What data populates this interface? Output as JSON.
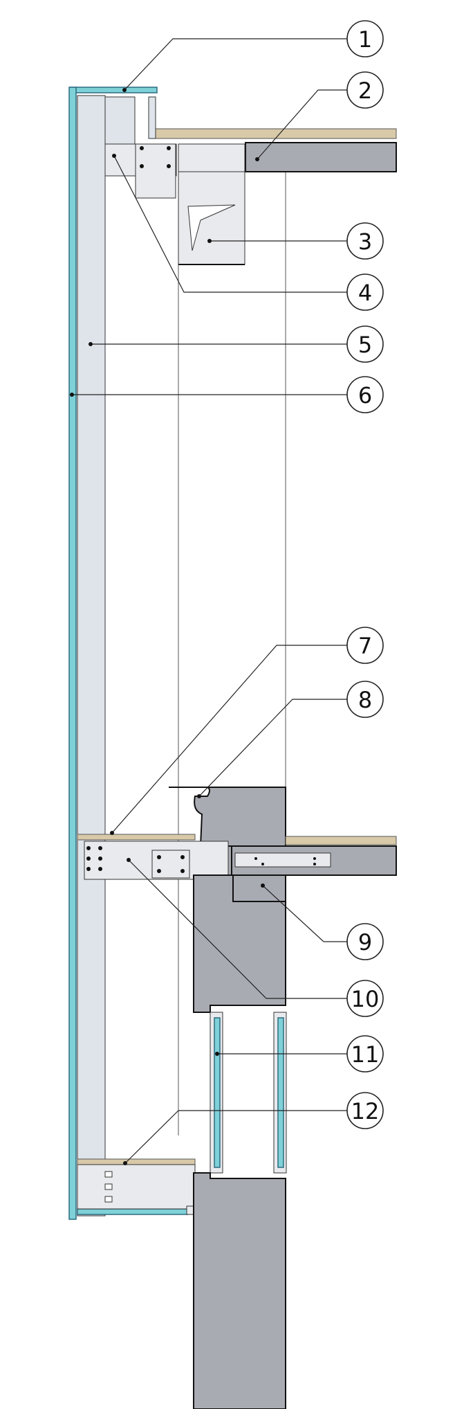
{
  "diagram": {
    "callouts": [
      {
        "id": "1",
        "label": "1"
      },
      {
        "id": "2",
        "label": "2"
      },
      {
        "id": "3",
        "label": "3"
      },
      {
        "id": "4",
        "label": "4"
      },
      {
        "id": "5",
        "label": "5"
      },
      {
        "id": "6",
        "label": "6"
      },
      {
        "id": "7",
        "label": "7"
      },
      {
        "id": "8",
        "label": "8"
      },
      {
        "id": "9",
        "label": "9"
      },
      {
        "id": "10",
        "label": "10"
      },
      {
        "id": "11",
        "label": "11"
      },
      {
        "id": "12",
        "label": "12"
      }
    ],
    "colors": {
      "concrete": "#a9abb3",
      "glass": "#7fd1d8",
      "cladding_board": "#dfe4ea",
      "bracket": "#e8eaed",
      "insulation": "#d8c9a8"
    }
  }
}
